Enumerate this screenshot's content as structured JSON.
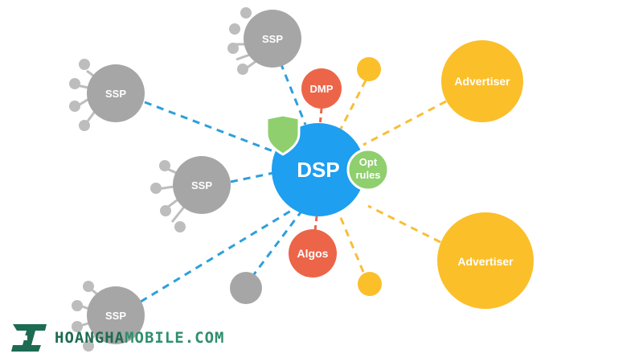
{
  "colors": {
    "ssp": "#a6a6a6",
    "ssp_petal": "#bdbdbd",
    "dsp": "#1e9ff0",
    "advertiser": "#fbbf2a",
    "dmp": "#ec6549",
    "opt": "#8fcf6e",
    "shield": "#8fcf6e",
    "blue_link": "#2d9fdc",
    "yellow_link": "#f7bf38",
    "red_link": "#ec6549",
    "watermark": "#1d6b52"
  },
  "nodes": {
    "dsp": "DSP",
    "ssp": "SSP",
    "advertiser": "Advertiser",
    "dmp": "DMP",
    "algos": "Algos",
    "opt_line1": "Opt",
    "opt_line2": "rules"
  },
  "icons": {
    "shield": "shield-icon",
    "brand": "hoangha-logo-icon"
  },
  "watermark": {
    "part1": "HOANGHA",
    "part2": "MOBILE.COM"
  }
}
